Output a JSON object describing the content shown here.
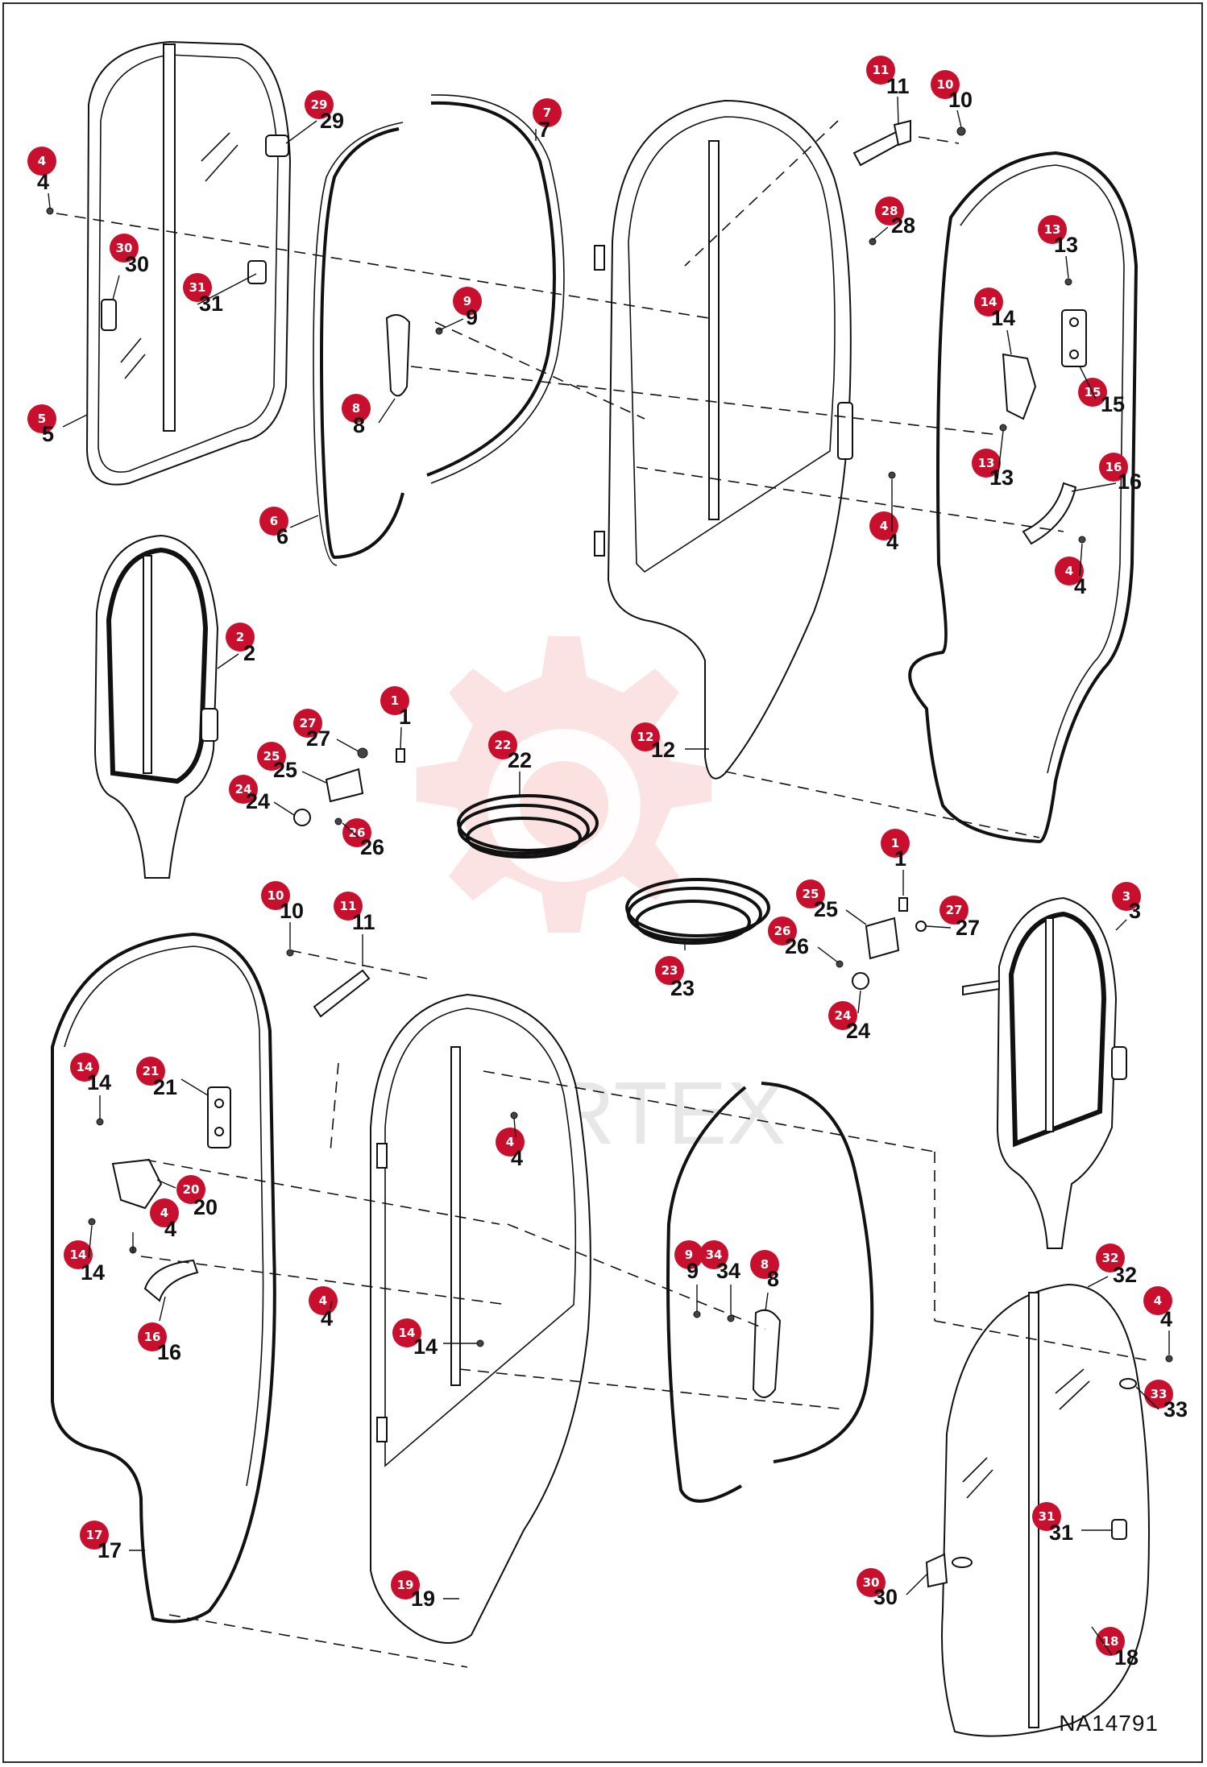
{
  "drawing_number": "NA14791",
  "watermark_text": "VIRTEX",
  "callout_color": "#c8102e",
  "callouts": [
    {
      "id": "c-4-a",
      "number": "4"
    },
    {
      "id": "c-29",
      "number": "29"
    },
    {
      "id": "c-7",
      "number": "7"
    },
    {
      "id": "c-11-a",
      "number": "11"
    },
    {
      "id": "c-10-a",
      "number": "10"
    },
    {
      "id": "c-28",
      "number": "28"
    },
    {
      "id": "c-30-a",
      "number": "30"
    },
    {
      "id": "c-31-a",
      "number": "31"
    },
    {
      "id": "c-9-a",
      "number": "9"
    },
    {
      "id": "c-13-a",
      "number": "13"
    },
    {
      "id": "c-14-a",
      "number": "14"
    },
    {
      "id": "c-15",
      "number": "15"
    },
    {
      "id": "c-8-a",
      "number": "8"
    },
    {
      "id": "c-5",
      "number": "5"
    },
    {
      "id": "c-13-b",
      "number": "13"
    },
    {
      "id": "c-16-a",
      "number": "16"
    },
    {
      "id": "c-6",
      "number": "6"
    },
    {
      "id": "c-4-b",
      "number": "4"
    },
    {
      "id": "c-4-c",
      "number": "4"
    },
    {
      "id": "c-2",
      "number": "2"
    },
    {
      "id": "c-1-a",
      "number": "1"
    },
    {
      "id": "c-27-a",
      "number": "27"
    },
    {
      "id": "c-22",
      "number": "22"
    },
    {
      "id": "c-12",
      "number": "12"
    },
    {
      "id": "c-25-a",
      "number": "25"
    },
    {
      "id": "c-24-a",
      "number": "24"
    },
    {
      "id": "c-26-a",
      "number": "26"
    },
    {
      "id": "c-1-b",
      "number": "1"
    },
    {
      "id": "c-10-b",
      "number": "10"
    },
    {
      "id": "c-11-b",
      "number": "11"
    },
    {
      "id": "c-25-b",
      "number": "25"
    },
    {
      "id": "c-27-b",
      "number": "27"
    },
    {
      "id": "c-3",
      "number": "3"
    },
    {
      "id": "c-26-b",
      "number": "26"
    },
    {
      "id": "c-23",
      "number": "23"
    },
    {
      "id": "c-24-b",
      "number": "24"
    },
    {
      "id": "c-14-b",
      "number": "14"
    },
    {
      "id": "c-21",
      "number": "21"
    },
    {
      "id": "c-4-d",
      "number": "4"
    },
    {
      "id": "c-20",
      "number": "20"
    },
    {
      "id": "c-4-e",
      "number": "4"
    },
    {
      "id": "c-14-c",
      "number": "14"
    },
    {
      "id": "c-16-b",
      "number": "16"
    },
    {
      "id": "c-4-f",
      "number": "4"
    },
    {
      "id": "c-14-d",
      "number": "14"
    },
    {
      "id": "c-9-b",
      "number": "9"
    },
    {
      "id": "c-34",
      "number": "34"
    },
    {
      "id": "c-8-b",
      "number": "8"
    },
    {
      "id": "c-32",
      "number": "32"
    },
    {
      "id": "c-4-g",
      "number": "4"
    },
    {
      "id": "c-33",
      "number": "33"
    },
    {
      "id": "c-17",
      "number": "17"
    },
    {
      "id": "c-31-b",
      "number": "31"
    },
    {
      "id": "c-19",
      "number": "19"
    },
    {
      "id": "c-30-b",
      "number": "30"
    },
    {
      "id": "c-18",
      "number": "18"
    }
  ]
}
